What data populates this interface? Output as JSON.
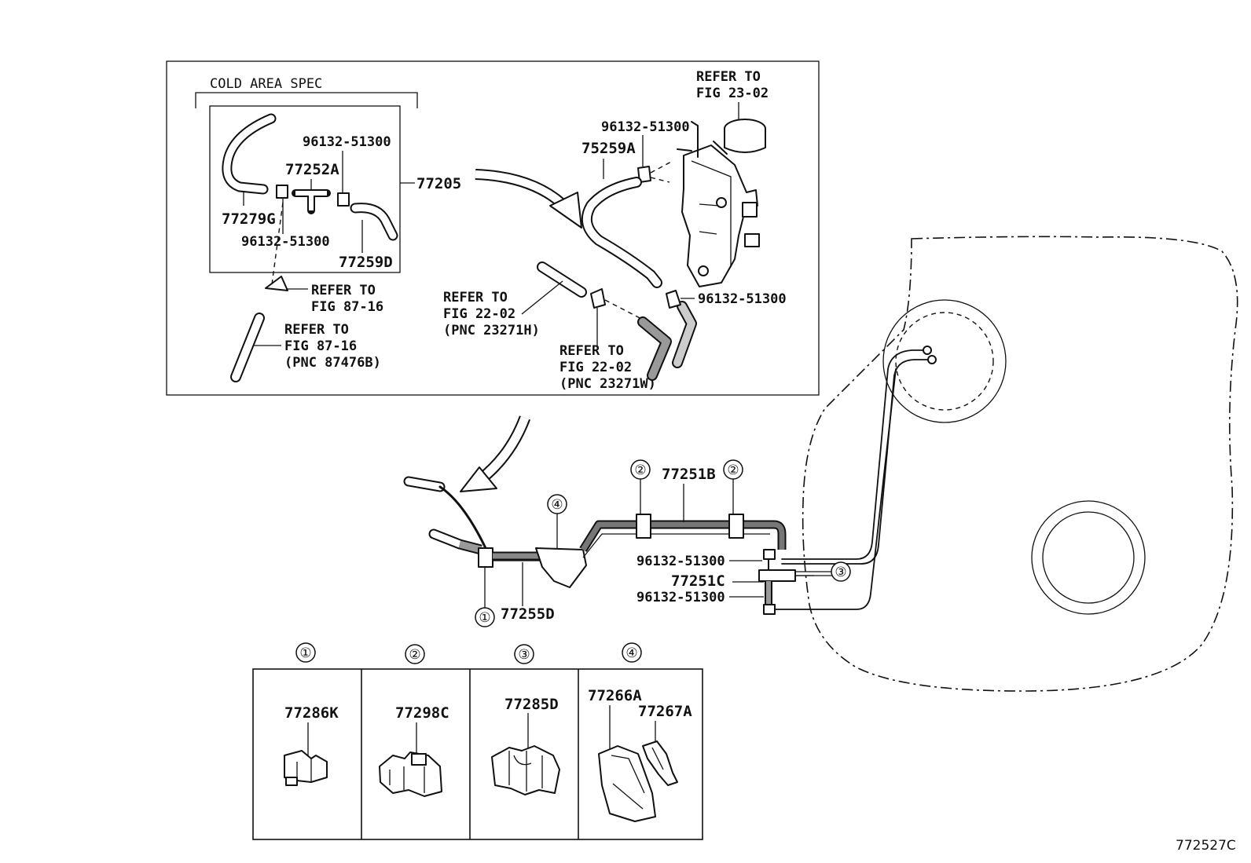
{
  "figure_code": "772527C",
  "inset": {
    "cold_area_title": "COLD AREA SPEC",
    "labels": {
      "p_96132_a": "96132-51300",
      "p_77252A": "77252A",
      "p_77205": "77205",
      "p_77279G": "77279G",
      "p_96132_b": "96132-51300",
      "p_77259D": "77259D",
      "refer_87_16_a_1": "REFER TO",
      "refer_87_16_a_2": "FIG 87-16",
      "refer_87_16_b_1": "REFER TO",
      "refer_87_16_b_2": "FIG 87-16",
      "refer_87_16_b_3": "(PNC 87476B)",
      "refer_23_02_1": "REFER TO",
      "refer_23_02_2": "FIG 23-02",
      "p_96132_c": "96132-51300",
      "p_75259A": "75259A",
      "refer_22_02_h_1": "REFER TO",
      "refer_22_02_h_2": "FIG 22-02",
      "refer_22_02_h_3": "(PNC 23271H)",
      "refer_22_02_w_1": "REFER TO",
      "refer_22_02_w_2": "FIG 22-02",
      "refer_22_02_w_3": "(PNC 23271W)",
      "p_96132_d": "96132-51300"
    }
  },
  "main": {
    "labels": {
      "p_77251B": "77251B",
      "p_96132_e": "96132-51300",
      "p_77251C": "77251C",
      "p_96132_f": "96132-51300",
      "p_77255D": "77255D"
    },
    "callouts": {
      "c1": "①",
      "c2a": "②",
      "c2b": "②",
      "c3": "③",
      "c4": "④"
    }
  },
  "legend": {
    "cells": [
      {
        "marker": "①",
        "parts": [
          "77286K"
        ]
      },
      {
        "marker": "②",
        "parts": [
          "77298C"
        ]
      },
      {
        "marker": "③",
        "parts": [
          "77285D"
        ]
      },
      {
        "marker": "④",
        "parts": [
          "77266A",
          "77267A"
        ]
      }
    ]
  }
}
